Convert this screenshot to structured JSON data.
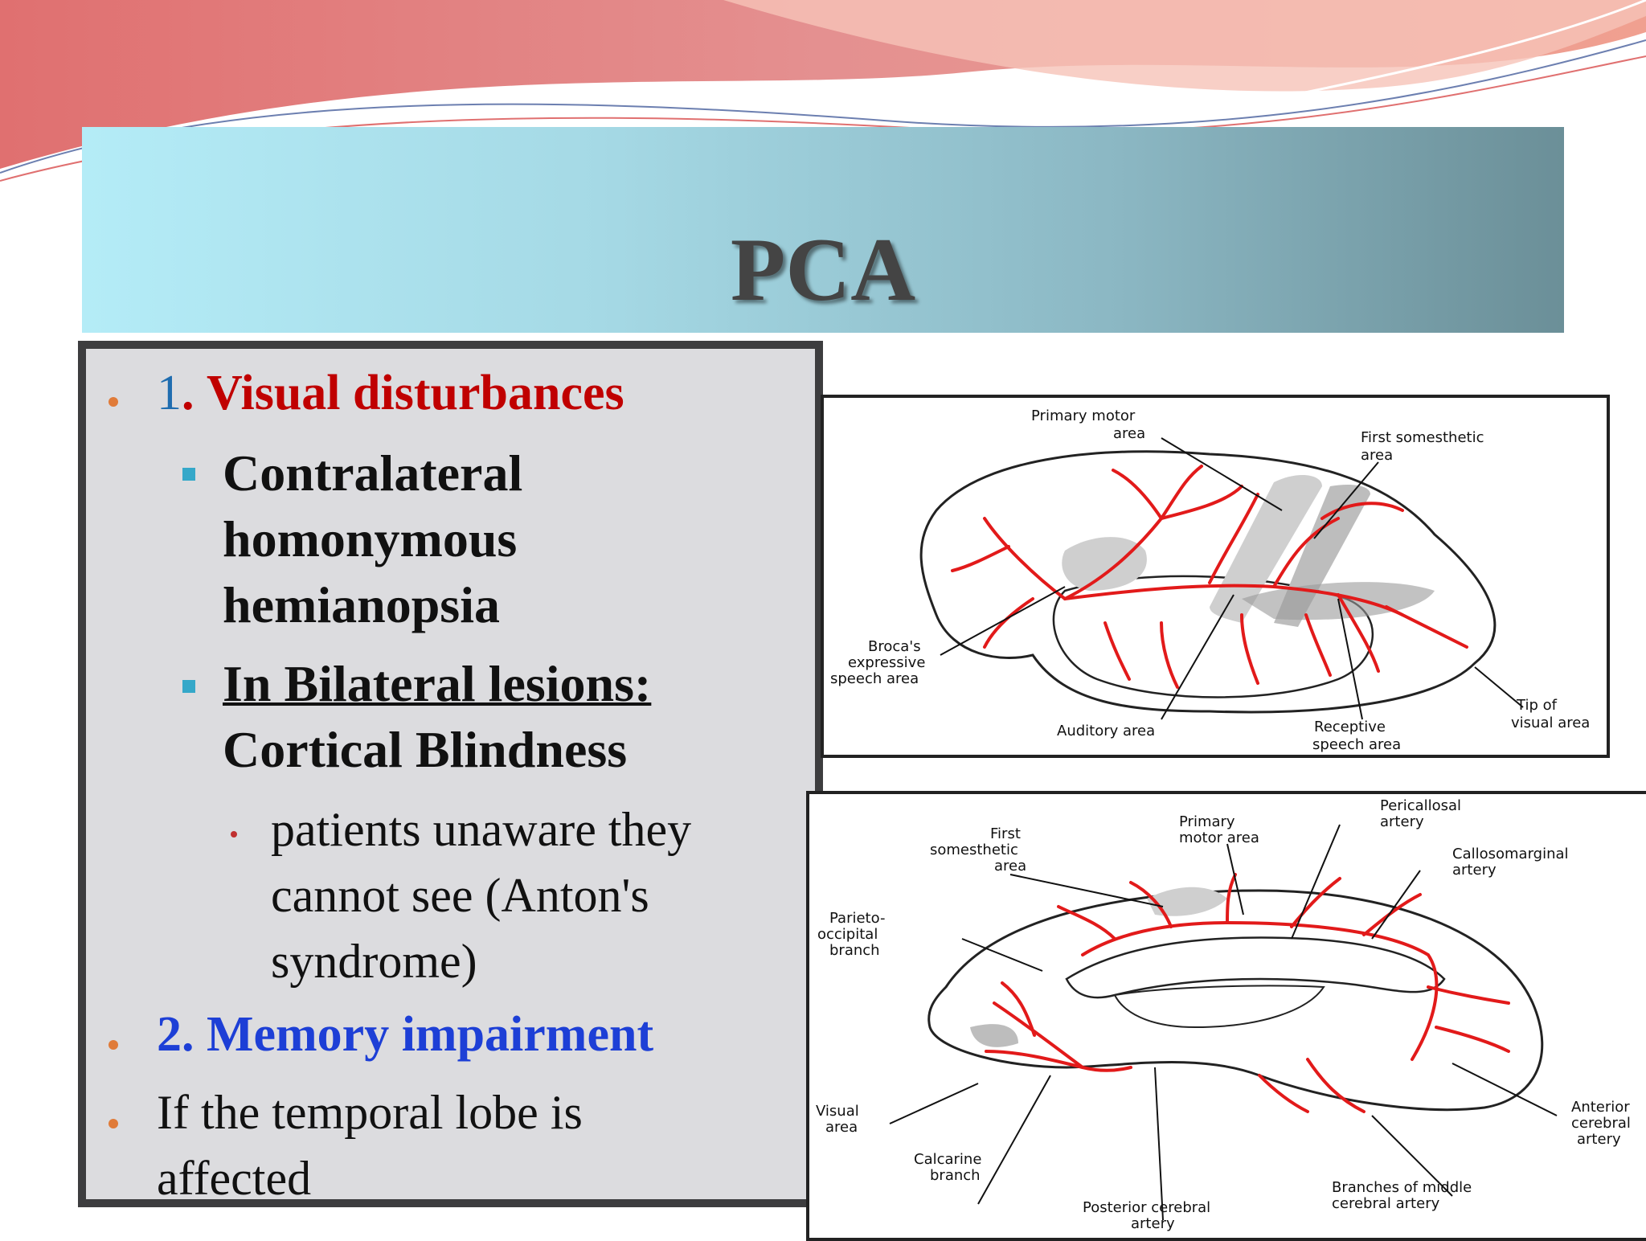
{
  "slide": {
    "title": "PCA",
    "content": {
      "item1_number": "1",
      "item1_dot": ".",
      "item1_label": "Visual disturbances",
      "sub1_line1": "Contralateral",
      "sub1_line2": "homonymous",
      "sub1_line3": "hemianopsia",
      "sub2_line1": "In Bilateral lesions:",
      "sub2_line2": "Cortical Blindness",
      "sub3_line1": "patients unaware they",
      "sub3_line2": "cannot see (Anton's",
      "sub3_line3": "syndrome)",
      "item2": "2. Memory impairment",
      "item3_line1": "If  the temporal lobe is",
      "item3_line2": "affected"
    },
    "figure_lateral": {
      "labels": {
        "primary_motor_1": "Primary motor",
        "primary_motor_2": "area",
        "first_somesthetic_1": "First somesthetic",
        "first_somesthetic_2": "area",
        "broca_1": "Broca's",
        "broca_2": "expressive",
        "broca_3": "speech area",
        "auditory": "Auditory area",
        "receptive_1": "Receptive",
        "receptive_2": "speech area",
        "tip_visual_1": "Tip of",
        "tip_visual_2": "visual area"
      }
    },
    "figure_medial": {
      "labels": {
        "first_somesthetic_1": "First",
        "first_somesthetic_2": "somesthetic",
        "first_somesthetic_3": "area",
        "primary_motor_1": "Primary",
        "primary_motor_2": "motor area",
        "pericallosal_1": "Pericallosal",
        "pericallosal_2": "artery",
        "callosomarginal_1": "Callosomarginal",
        "callosomarginal_2": "artery",
        "parieto_1": "Parieto-",
        "parieto_2": "occipital",
        "parieto_3": "branch",
        "visual_1": "Visual",
        "visual_2": "area",
        "calcarine_1": "Calcarine",
        "calcarine_2": "branch",
        "posterior_1": "Posterior cerebral",
        "posterior_2": "artery",
        "branches_mid_1": "Branches of middle",
        "branches_mid_2": "cerebral artery",
        "anterior_1": "Anterior",
        "anterior_2": "cerebral",
        "anterior_3": "artery"
      }
    }
  }
}
